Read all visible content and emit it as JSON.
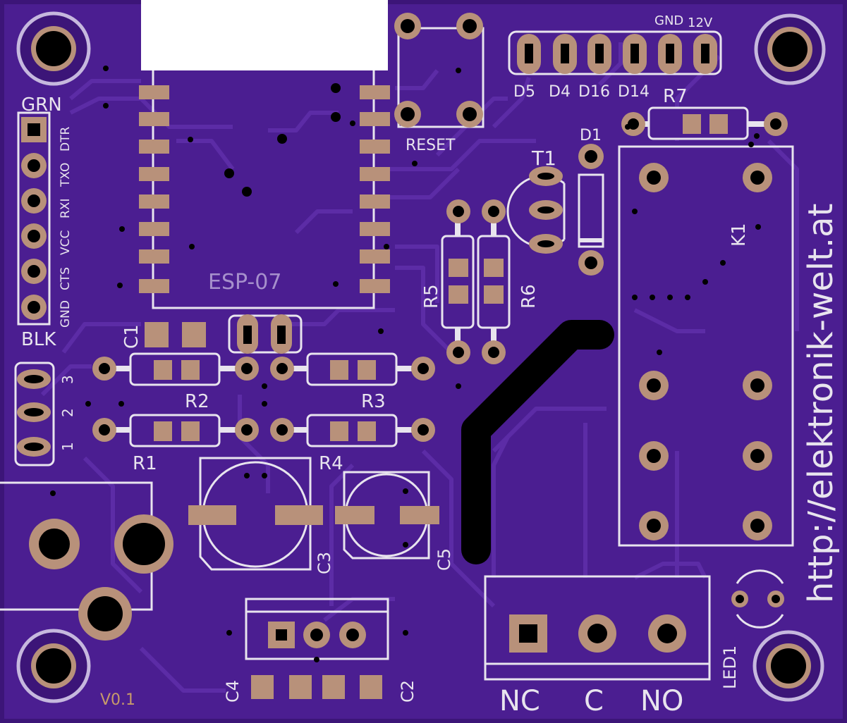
{
  "board": {
    "colors": {
      "substrate": "#4b1e91",
      "trace": "#5a2aa3",
      "silk": "#e8e4ee",
      "pad": "#b8917a",
      "hole": "#000000",
      "mounting_ring": "#c6b8de",
      "version_text": "#c79a6a"
    },
    "labels": {
      "grn": "GRN",
      "blk": "BLK",
      "serial_pins": [
        "DTR",
        "TXO",
        "RXI",
        "VCC",
        "CTS",
        "GND"
      ],
      "jumper_numbers": [
        "3",
        "2",
        "1"
      ],
      "esp": "ESP-07",
      "reset": "RESET",
      "gnd": "GND",
      "v12": "12V",
      "header_pins": [
        "D5",
        "D4",
        "D16",
        "D14"
      ],
      "r7": "R7",
      "d1": "D1",
      "t1": "T1",
      "k1": "K1",
      "r5": "R5",
      "r6": "R6",
      "c1": "C1",
      "r2": "R2",
      "r3": "R3",
      "r1": "R1",
      "r4": "R4",
      "c3": "C3",
      "c5": "C5",
      "c4": "C4",
      "c2": "C2",
      "nc": "NC",
      "c": "C",
      "no": "NO",
      "led1": "LED1",
      "url": "http://elektronik-welt.at",
      "version": "V0.1"
    }
  }
}
